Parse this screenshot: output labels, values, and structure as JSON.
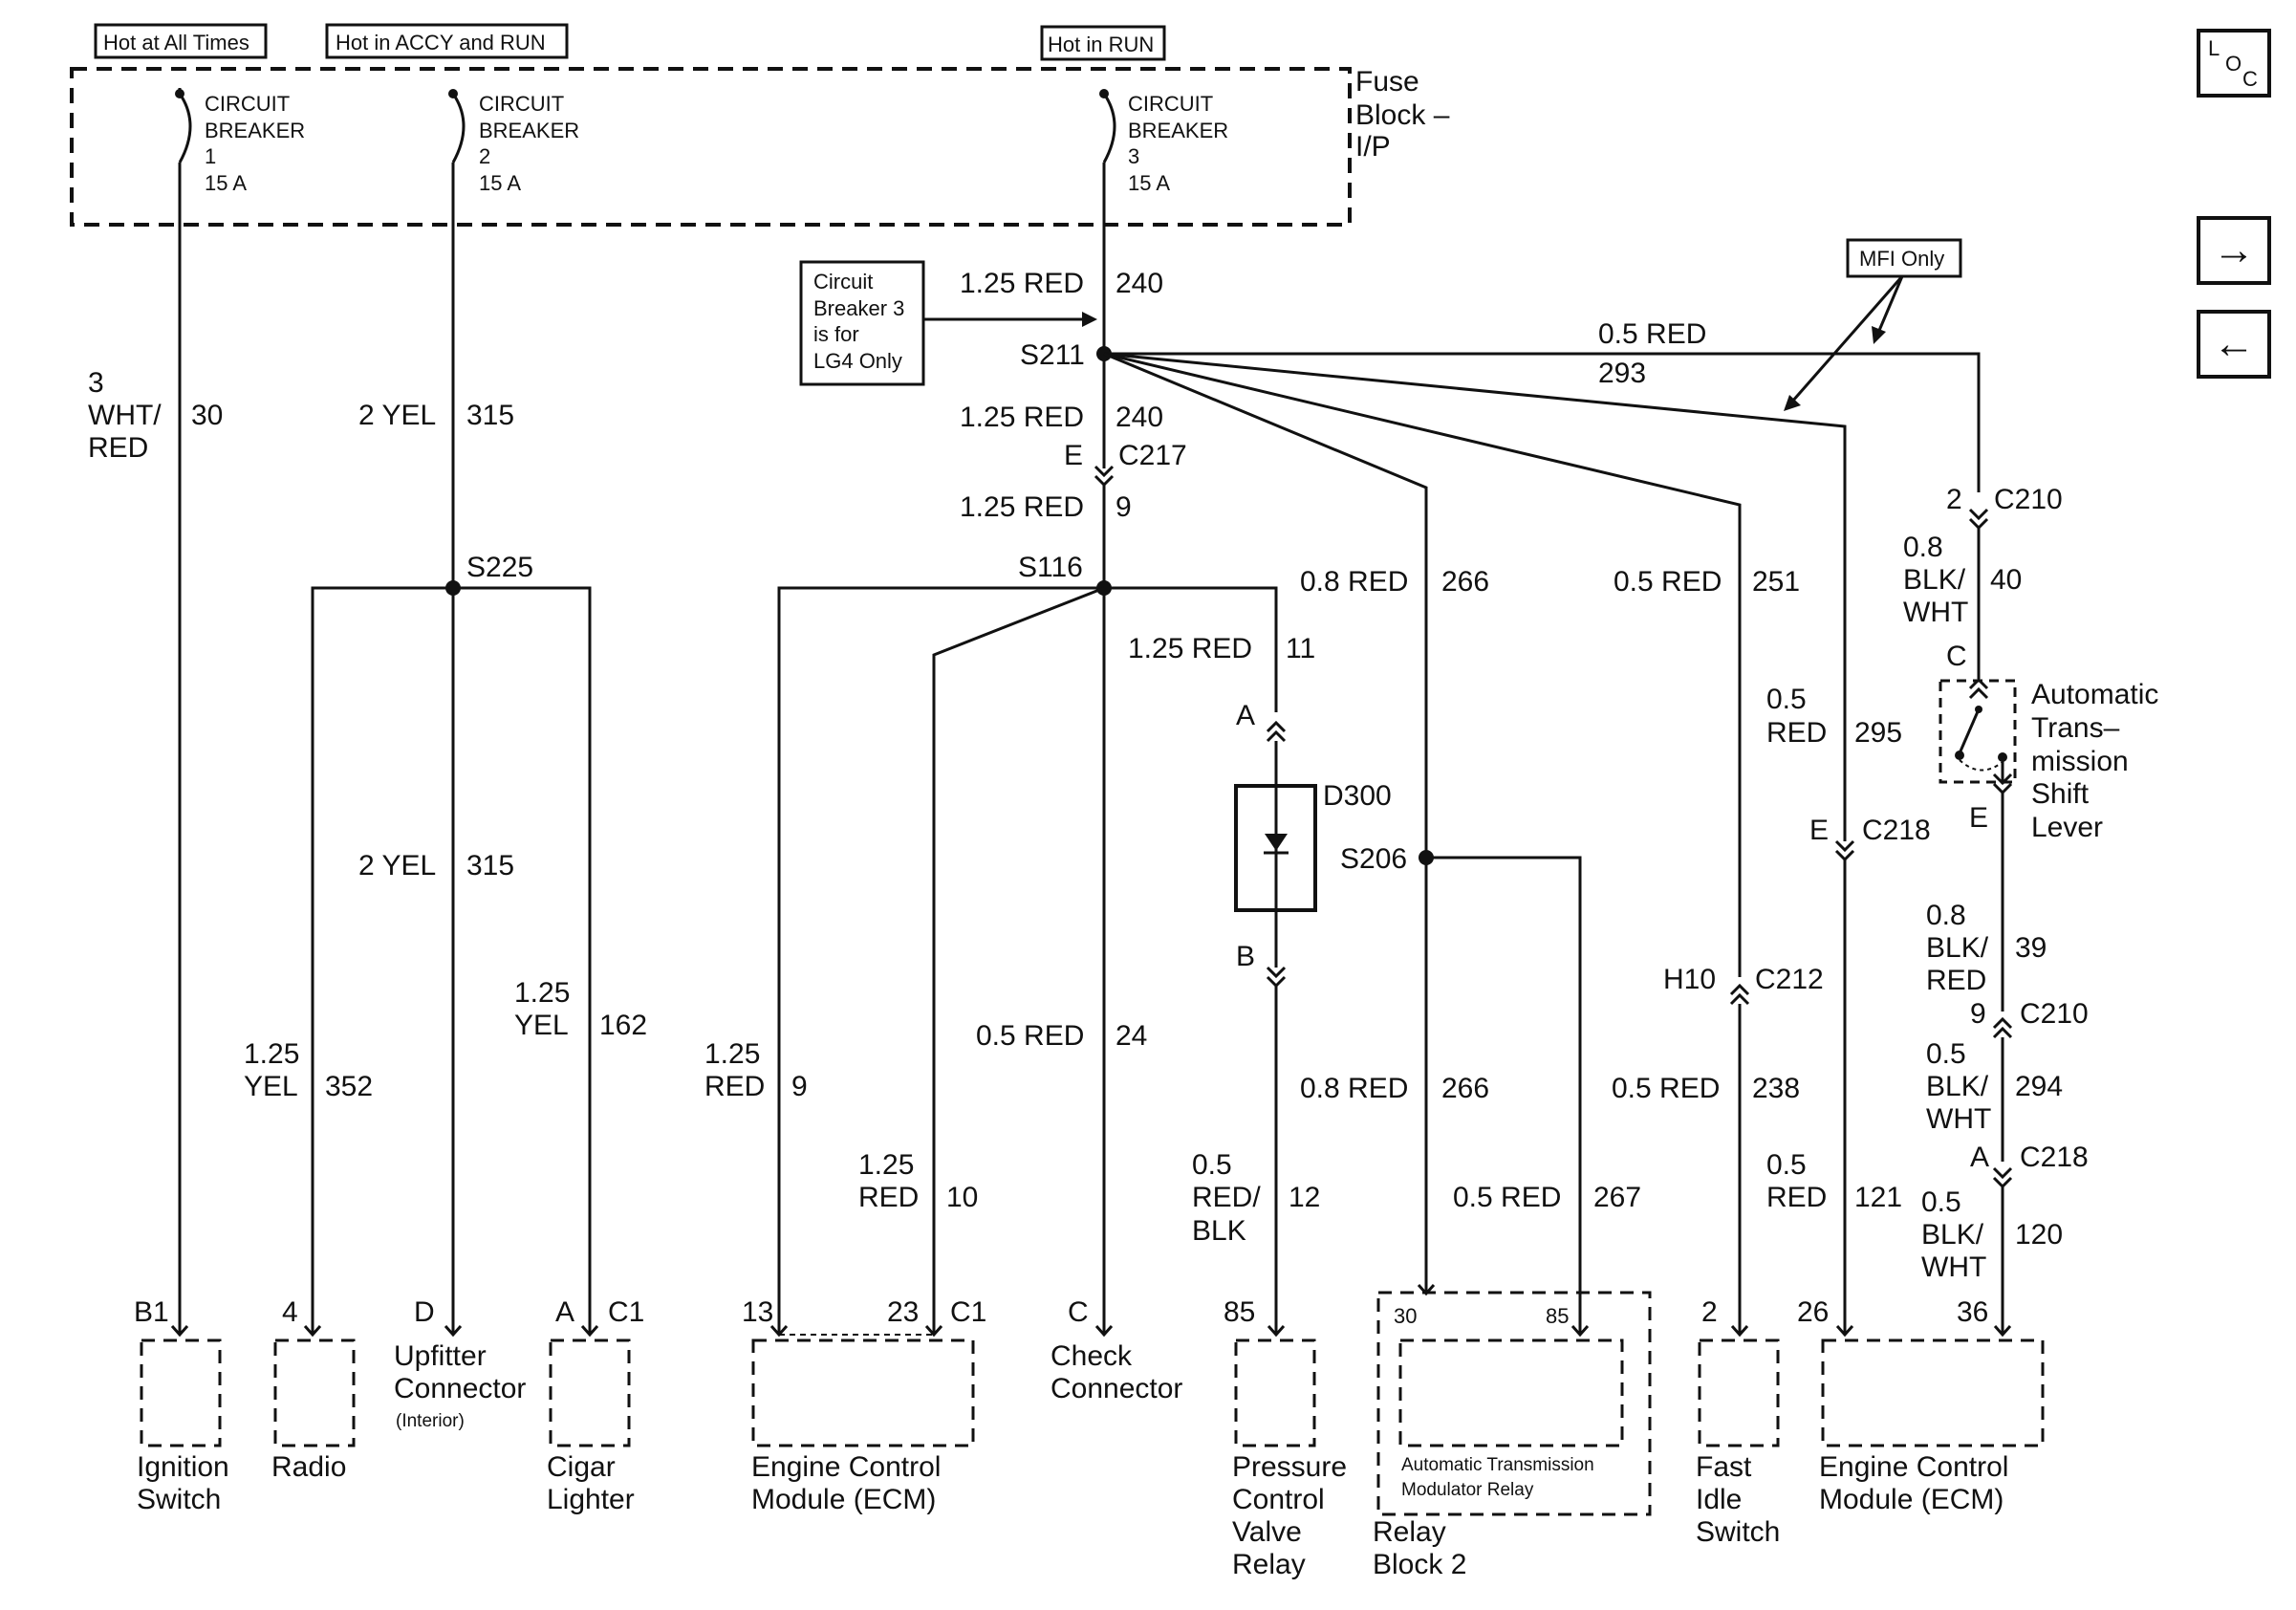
{
  "header": {
    "hot_all_times": "Hot at All Times",
    "hot_accy_run": "Hot in ACCY and RUN",
    "hot_run": "Hot in RUN",
    "mfi_only": "MFI Only"
  },
  "fuse_block": {
    "line1": "Fuse",
    "line2": "Block –",
    "line3": "I/P"
  },
  "breakers": [
    {
      "l1": "CIRCUIT",
      "l2": "BREAKER",
      "num": "1",
      "amps": "15 A"
    },
    {
      "l1": "CIRCUIT",
      "l2": "BREAKER",
      "num": "2",
      "amps": "15 A"
    },
    {
      "l1": "CIRCUIT",
      "l2": "BREAKER",
      "num": "3",
      "amps": "15 A"
    }
  ],
  "note": {
    "l1": "Circuit",
    "l2": "Breaker 3",
    "l3": "is for",
    "l4": "LG4 Only"
  },
  "nav": {
    "loc_l": "L",
    "loc_o": "O",
    "loc_c": "C",
    "next": "→",
    "prev": "←"
  },
  "wires": {
    "w30_size": "3",
    "w30_color1": "WHT/",
    "w30_color2": "RED",
    "w30_num": "30",
    "w315a_label": "2 YEL",
    "w315a_num": "315",
    "w315b_label": "2 YEL",
    "w315b_num": "315",
    "w240a_label": "1.25 RED",
    "w240a_num": "240",
    "w240b_label": "1.25 RED",
    "w240b_num": "240",
    "w9a_label": "1.25 RED",
    "w9a_num": "9",
    "w293_label": "0.5 RED",
    "w293_num": "293",
    "w266a_label": "0.8 RED",
    "w266a_num": "266",
    "w251_label": "0.5 RED",
    "w251_num": "251",
    "w295_size": "0.5",
    "w295_color": "RED",
    "w295_num": "295",
    "w40_size": "0.8",
    "w40_color1": "BLK/",
    "w40_color2": "WHT",
    "w40_num": "40",
    "w11_label": "1.25 RED",
    "w11_num": "11",
    "w352_size": "1.25",
    "w352_color": "YEL",
    "w352_num": "352",
    "w162_size": "1.25",
    "w162_color": "YEL",
    "w162_num": "162",
    "w9b_size": "1.25",
    "w9b_color": "RED",
    "w9b_num": "9",
    "w10_size": "1.25",
    "w10_color": "RED",
    "w10_num": "10",
    "w24_label": "0.5 RED",
    "w24_num": "24",
    "w12_size": "0.5",
    "w12_color1": "RED/",
    "w12_color2": "BLK",
    "w12_num": "12",
    "w266b_label": "0.8 RED",
    "w266b_num": "266",
    "w267_label": "0.5 RED",
    "w267_num": "267",
    "w238_label": "0.5 RED",
    "w238_num": "238",
    "w121_size": "0.5",
    "w121_color": "RED",
    "w121_num": "121",
    "w39_size": "0.8",
    "w39_color1": "BLK/",
    "w39_color2": "RED",
    "w39_num": "39",
    "w294_size": "0.5",
    "w294_color1": "BLK/",
    "w294_color2": "WHT",
    "w294_num": "294",
    "w120_size": "0.5",
    "w120_color1": "BLK/",
    "w120_color2": "WHT",
    "w120_num": "120"
  },
  "splices": {
    "s211": "S211",
    "s225": "S225",
    "s116": "S116",
    "s206": "S206"
  },
  "connectors": {
    "c217_pin": "E",
    "c217": "C217",
    "c210a_pin": "2",
    "c210a": "C210",
    "c210b_pin": "9",
    "c210b": "C210",
    "c218a_pin": "E",
    "c218a": "C218",
    "c218b_pin": "A",
    "c218b": "C218",
    "c212_pin": "H10",
    "c212": "C212",
    "switch_c": "C",
    "switch_e": "E",
    "d300_a": "A",
    "d300_b": "B",
    "d300": "D300"
  },
  "components": {
    "ign_pin": "B1",
    "ign_l1": "Ignition",
    "ign_l2": "Switch",
    "radio_pin": "4",
    "radio": "Radio",
    "upf_pin": "D",
    "upf_l1": "Upfitter",
    "upf_l2": "Connector",
    "upf_l3": "(Interior)",
    "cigar_pin": "A",
    "cigar_conn": "C1",
    "cigar_l1": "Cigar",
    "cigar_l2": "Lighter",
    "ecm1_pin1": "13",
    "ecm1_pin2": "23",
    "ecm1_conn": "C1",
    "ecm1_l1": "Engine Control",
    "ecm1_l2": "Module (ECM)",
    "check_pin": "C",
    "check_l1": "Check",
    "check_l2": "Connector",
    "pcv_pin": "85",
    "pcv_l1": "Pressure",
    "pcv_l2": "Control",
    "pcv_l3": "Valve",
    "pcv_l4": "Relay",
    "relay_pin30": "30",
    "relay_pin85": "85",
    "relay_in1": "Automatic Transmission",
    "relay_in2": "Modulator Relay",
    "relay_l1": "Relay",
    "relay_l2": "Block 2",
    "fast_pin": "2",
    "fast_l1": "Fast",
    "fast_l2": "Idle",
    "fast_l3": "Switch",
    "ecm2_pin1": "26",
    "ecm2_pin2": "36",
    "ecm2_l1": "Engine Control",
    "ecm2_l2": "Module (ECM)",
    "ats_l1": "Automatic",
    "ats_l2": "Trans–",
    "ats_l3": "mission",
    "ats_l4": "Shift",
    "ats_l5": "Lever"
  }
}
